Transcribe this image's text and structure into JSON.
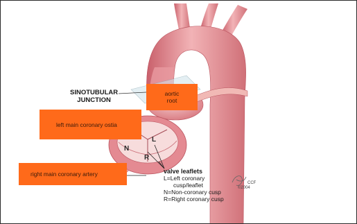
{
  "labels": {
    "sinotubular_line1": "SINOTUBULAR",
    "sinotubular_line2": "JUNCTION",
    "aortic_root_line1": "aortic",
    "aortic_root_line2": "root",
    "left_main_coronary": "left main coronary ostia",
    "right_main_coronary": "right main coronary artery"
  },
  "leaflet_letters": {
    "n": "N",
    "l": "L",
    "r": "R"
  },
  "legend": {
    "title": "valve leaflets",
    "lines": [
      "L=Left coronary",
      "cusp/leaflet",
      "N=Non-coronary cusp",
      "R=Right coronary cusp"
    ]
  },
  "signature": {
    "text": "CCF",
    "year": "©2004"
  },
  "colors": {
    "tissue": "#e58d93",
    "tissue_dark": "#c9606b",
    "tissue_light": "#f3c2c2",
    "highlight": "#ff6a1a"
  }
}
